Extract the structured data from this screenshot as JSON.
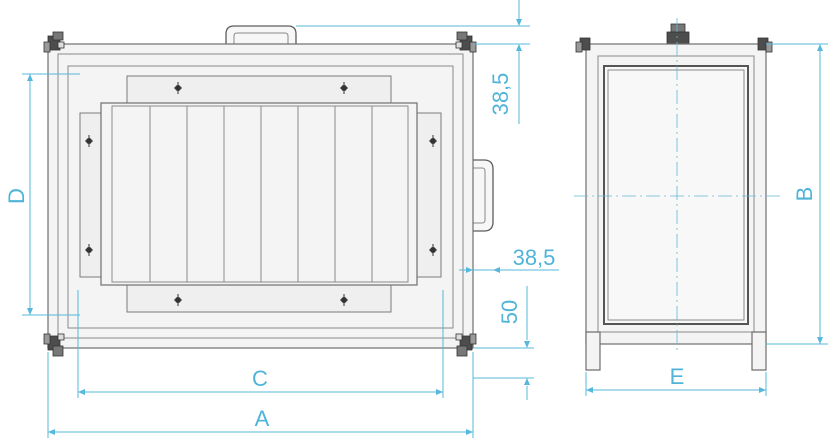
{
  "labels": {
    "A": "A",
    "B": "B",
    "C": "C",
    "D": "D",
    "E": "E",
    "dim_top_right": "38,5",
    "dim_side_right": "38,5",
    "dim_bottom_right": "50"
  },
  "colors": {
    "dimension": "#56b8db",
    "outline": "#6f6f6f",
    "fill": "#f4f4f4"
  }
}
